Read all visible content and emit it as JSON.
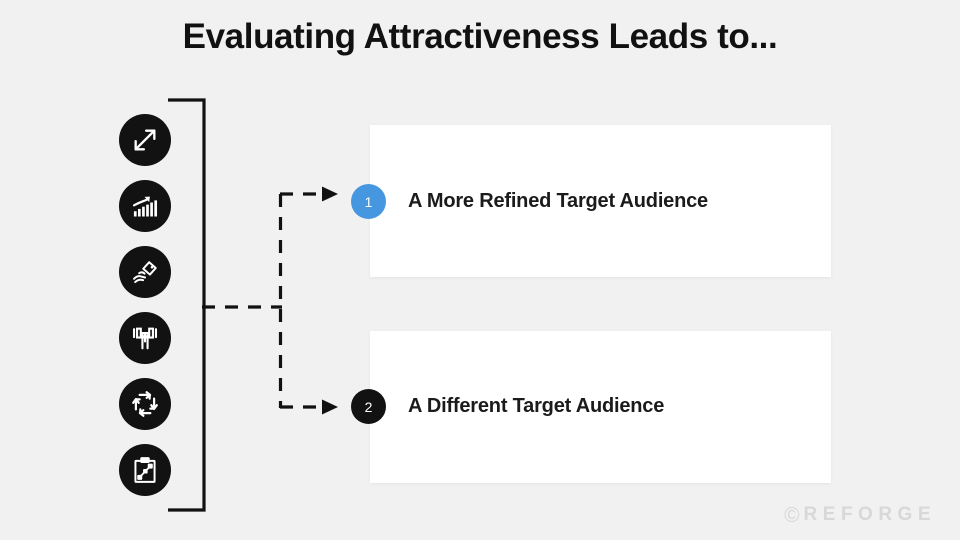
{
  "slide": {
    "background_color": "#f1f1f1",
    "title": "Evaluating Attractiveness Leads to..."
  },
  "icon_rail": {
    "badge_color": "#121212",
    "icons": [
      {
        "name": "expand-arrows-icon",
        "label": "expand-arrows"
      },
      {
        "name": "growth-bar-chart-icon",
        "label": "growth-bar-chart"
      },
      {
        "name": "hand-holding-tag-icon",
        "label": "hand-holding-tag"
      },
      {
        "name": "sliders-equalizer-icon",
        "label": "sliders-equalizer"
      },
      {
        "name": "refresh-cycle-icon",
        "label": "refresh-cycle"
      },
      {
        "name": "clipboard-strategy-icon",
        "label": "clipboard-strategy"
      }
    ]
  },
  "connectors": {
    "style": "dashed",
    "color": "#111111",
    "bracket_style": "solid"
  },
  "outcomes": [
    {
      "number": "1",
      "badge_color": "#4797e0",
      "text": "A More Refined Target Audience"
    },
    {
      "number": "2",
      "badge_color": "#121212",
      "text": "A Different Target Audience"
    }
  ],
  "footer": {
    "copyright_mark": "©",
    "brand": "REFORGE",
    "color": "#d8d8d8"
  }
}
